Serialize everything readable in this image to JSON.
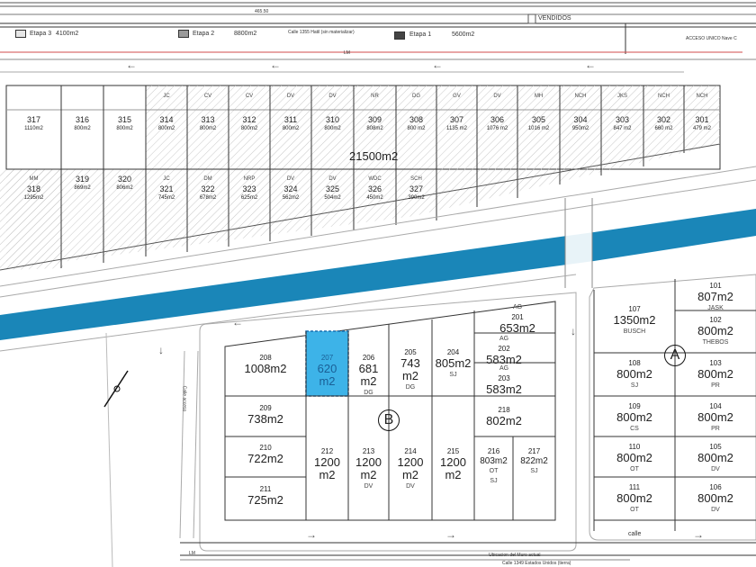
{
  "header": {
    "dimension_top": "465.50",
    "sold_label": "VENDIDOS",
    "access_label": "ACCESO UNICO Nave C",
    "street_top": "Calle 1355 Hatil (sin materializar)",
    "lm": "LM"
  },
  "legend": [
    {
      "label": "Etapa 3",
      "area": "4100m2",
      "color": "#e6e6e6"
    },
    {
      "label": "Etapa 2",
      "area": "8800m2",
      "color": "#9a9a9a"
    },
    {
      "label": "Etapa 1",
      "area": "5600m2",
      "color": "#444444"
    }
  ],
  "colors": {
    "canal": "#1a86b8",
    "selected": "#3db3e8",
    "selected_border": "#1a6fb0"
  },
  "phase3": {
    "total_area": "21500m2",
    "row1": [
      {
        "n": "317",
        "a": "1110m2",
        "t": ""
      },
      {
        "n": "316",
        "a": "800m2",
        "t": ""
      },
      {
        "n": "315",
        "a": "800m2",
        "t": ""
      },
      {
        "n": "314",
        "a": "800m2",
        "t": "JC"
      },
      {
        "n": "313",
        "a": "800m2",
        "t": "CV"
      },
      {
        "n": "312",
        "a": "800m2",
        "t": "CV"
      },
      {
        "n": "311",
        "a": "800m2",
        "t": "DV"
      },
      {
        "n": "310",
        "a": "800m2",
        "t": "DV"
      },
      {
        "n": "309",
        "a": "808m2",
        "t": "NR"
      },
      {
        "n": "308",
        "a": "800 m2",
        "t": "DG"
      },
      {
        "n": "307",
        "a": "1135 m2",
        "t": "GV"
      },
      {
        "n": "306",
        "a": "1076 m2",
        "t": "DV"
      },
      {
        "n": "305",
        "a": "1016 m2",
        "t": "MH"
      },
      {
        "n": "304",
        "a": "950m2",
        "t": "NCH"
      },
      {
        "n": "303",
        "a": "847 m2",
        "t": "JKS"
      },
      {
        "n": "302",
        "a": "660 m2",
        "t": "NCH"
      },
      {
        "n": "301",
        "a": "479 m2",
        "t": "NCH"
      }
    ],
    "row2": [
      {
        "n": "318",
        "a": "1295m2",
        "t": "MM"
      },
      {
        "n": "319",
        "a": "869m2",
        "t": ""
      },
      {
        "n": "320",
        "a": "806m2",
        "t": ""
      },
      {
        "n": "321",
        "a": "745m2",
        "t": "JC"
      },
      {
        "n": "322",
        "a": "678m2",
        "t": "DM"
      },
      {
        "n": "323",
        "a": "625m2",
        "t": "NRP"
      },
      {
        "n": "324",
        "a": "562m2",
        "t": "DV"
      },
      {
        "n": "325",
        "a": "504m2",
        "t": "DV"
      },
      {
        "n": "326",
        "a": "450m2",
        "t": "WDC"
      },
      {
        "n": "327",
        "a": "390m2",
        "t": "SCH"
      }
    ]
  },
  "blockB": {
    "label": "B",
    "lots": {
      "l201": {
        "n": "201",
        "a": "653m2",
        "t": "AG"
      },
      "l202": {
        "n": "202",
        "a": "583m2",
        "t": "AG"
      },
      "l203": {
        "n": "203",
        "a": "583m2",
        "t": "AG"
      },
      "l204": {
        "n": "204",
        "a": "805m2",
        "t": "SJ"
      },
      "l205": {
        "n": "205",
        "a": "743 m2",
        "t": "DG"
      },
      "l206": {
        "n": "206",
        "a": "681 m2",
        "t": "DG"
      },
      "l207": {
        "n": "207",
        "a": "620 m2",
        "t": ""
      },
      "l208": {
        "n": "208",
        "a": "1008m2",
        "t": ""
      },
      "l209": {
        "n": "209",
        "a": "738m2",
        "t": ""
      },
      "l210": {
        "n": "210",
        "a": "722m2",
        "t": ""
      },
      "l211": {
        "n": "211",
        "a": "725m2",
        "t": ""
      },
      "l212": {
        "n": "212",
        "a": "1200 m2",
        "t": ""
      },
      "l213": {
        "n": "213",
        "a": "1200 m2",
        "t": "DV"
      },
      "l214": {
        "n": "214",
        "a": "1200 m2",
        "t": "DV"
      },
      "l215": {
        "n": "215",
        "a": "1200 m2",
        "t": ""
      },
      "l216": {
        "n": "216",
        "a": "803m2",
        "t": "OT SJ"
      },
      "l217": {
        "n": "217",
        "a": "822m2",
        "t": "SJ"
      },
      "l218": {
        "n": "218",
        "a": "802m2",
        "t": ""
      }
    }
  },
  "blockA": {
    "label": "A",
    "lots": {
      "l101": {
        "n": "101",
        "a": "807m2",
        "t": "JASK"
      },
      "l102": {
        "n": "102",
        "a": "800m2",
        "t": "THEBOS"
      },
      "l103": {
        "n": "103",
        "a": "800m2",
        "t": "PR"
      },
      "l104": {
        "n": "104",
        "a": "800m2",
        "t": "PR"
      },
      "l105": {
        "n": "105",
        "a": "800m2",
        "t": "DV"
      },
      "l106": {
        "n": "106",
        "a": "800m2",
        "t": "DV"
      },
      "l107": {
        "n": "107",
        "a": "1350m2",
        "t": "BUSCH"
      },
      "l108": {
        "n": "108",
        "a": "800m2",
        "t": "SJ"
      },
      "l109": {
        "n": "109",
        "a": "800m2",
        "t": "CS"
      },
      "l110": {
        "n": "110",
        "a": "800m2",
        "t": "OT"
      },
      "l111": {
        "n": "111",
        "a": "800m2",
        "t": "OT"
      }
    }
  },
  "streets": {
    "access": "Calle acceso",
    "calle": "calle",
    "wall": "Ubicacion del Muro actual",
    "bottom": "Calle 1349  Estados Unidos (tierra)"
  }
}
